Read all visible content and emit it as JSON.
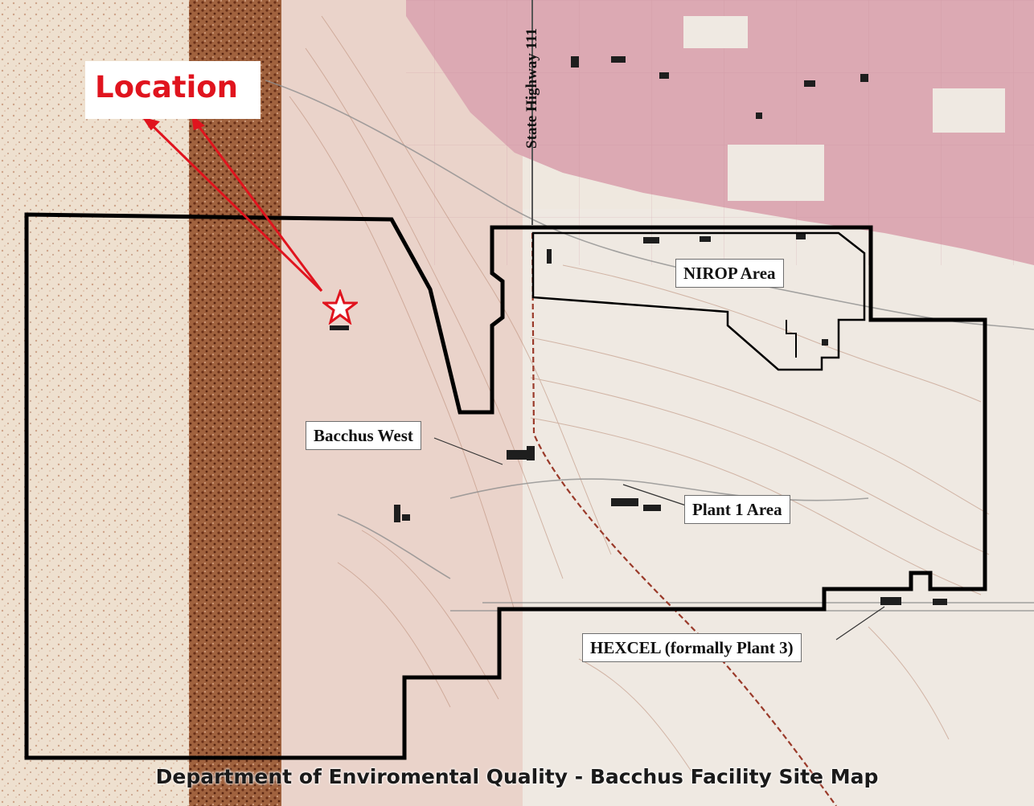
{
  "map": {
    "caption": "Department of Enviromental Quality - Bacchus Facility Site Map",
    "location_label": "Location",
    "location_marker": "star-outline",
    "highway_label": "State Highway 111",
    "areas": [
      {
        "name": "NIROP Area"
      },
      {
        "name": "Bacchus West"
      },
      {
        "name": "Plant 1 Area"
      },
      {
        "name": "HEXCEL (formally Plant 3)"
      }
    ],
    "colors": {
      "urban": "#dca9b3",
      "terrain_light": "#e9d9c7",
      "terrain_dark": "#8a4a2a",
      "boundary": "#000000",
      "location": "#e0141e",
      "railroad": "#9a3a2a"
    }
  }
}
